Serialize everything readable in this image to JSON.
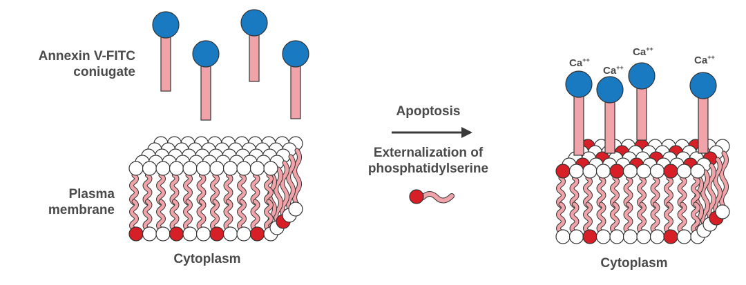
{
  "labels": {
    "annexin_line1": "Annexin V-FITC",
    "annexin_line2": "coniugate",
    "membrane_line1": "Plasma",
    "membrane_line2": "membrane",
    "cytoplasm_left": "Cytoplasm",
    "cytoplasm_right": "Cytoplasm",
    "apoptosis": "Apoptosis",
    "externalization_line1": "Externalization of",
    "externalization_line2": "phosphatidylserine"
  },
  "calcium": {
    "symbol": "Ca",
    "charge": "++"
  },
  "colors": {
    "protein_head": "#1a7ac1",
    "protein_stalk": "#f0a3a8",
    "lipid_tail": "#f0a3a8",
    "lipid_head_normal": "#ffffff",
    "phosphatidylserine_head": "#d61f26",
    "outline": "#333333",
    "arrow": "#3a3a3a"
  }
}
